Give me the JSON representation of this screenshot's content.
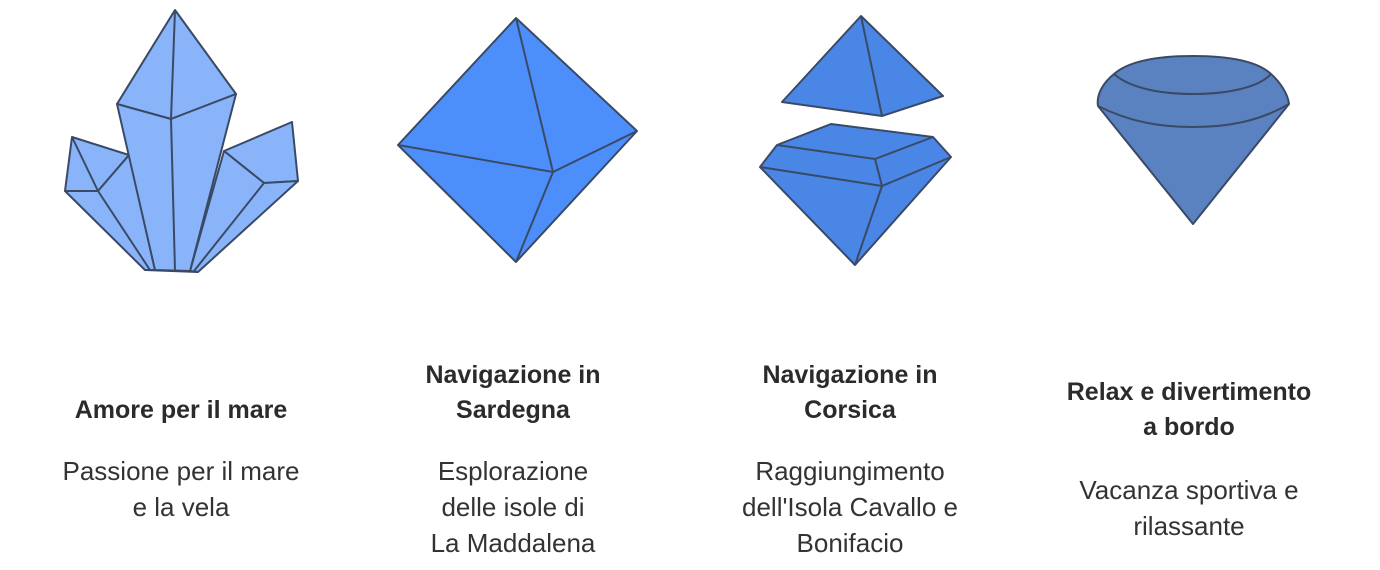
{
  "colors": {
    "crystal": "#8AB4FA",
    "octahedron": "#4C8FFA",
    "corsica": "#4A86E6",
    "cone": "#5A82C0",
    "stroke": "#3A4A66"
  },
  "items": [
    {
      "icon": "crystal-cluster-icon",
      "title_lines": [
        "Amore per il mare"
      ],
      "desc_lines": [
        "Passione per il mare",
        "e la vela"
      ]
    },
    {
      "icon": "octahedron-gem-icon",
      "title_lines": [
        "Navigazione in",
        "Sardegna"
      ],
      "desc_lines": [
        "Esplorazione",
        "delle isole di",
        "La Maddalena"
      ]
    },
    {
      "icon": "split-diamond-icon",
      "title_lines": [
        "Navigazione in",
        "Corsica"
      ],
      "desc_lines": [
        "Raggiungimento",
        "dell'Isola Cavallo e",
        "Bonifacio"
      ]
    },
    {
      "icon": "cone-gem-icon",
      "title_lines": [
        "Relax e divertimento",
        "a bordo"
      ],
      "desc_lines": [
        "Vacanza sportiva e",
        "rilassante"
      ]
    }
  ]
}
